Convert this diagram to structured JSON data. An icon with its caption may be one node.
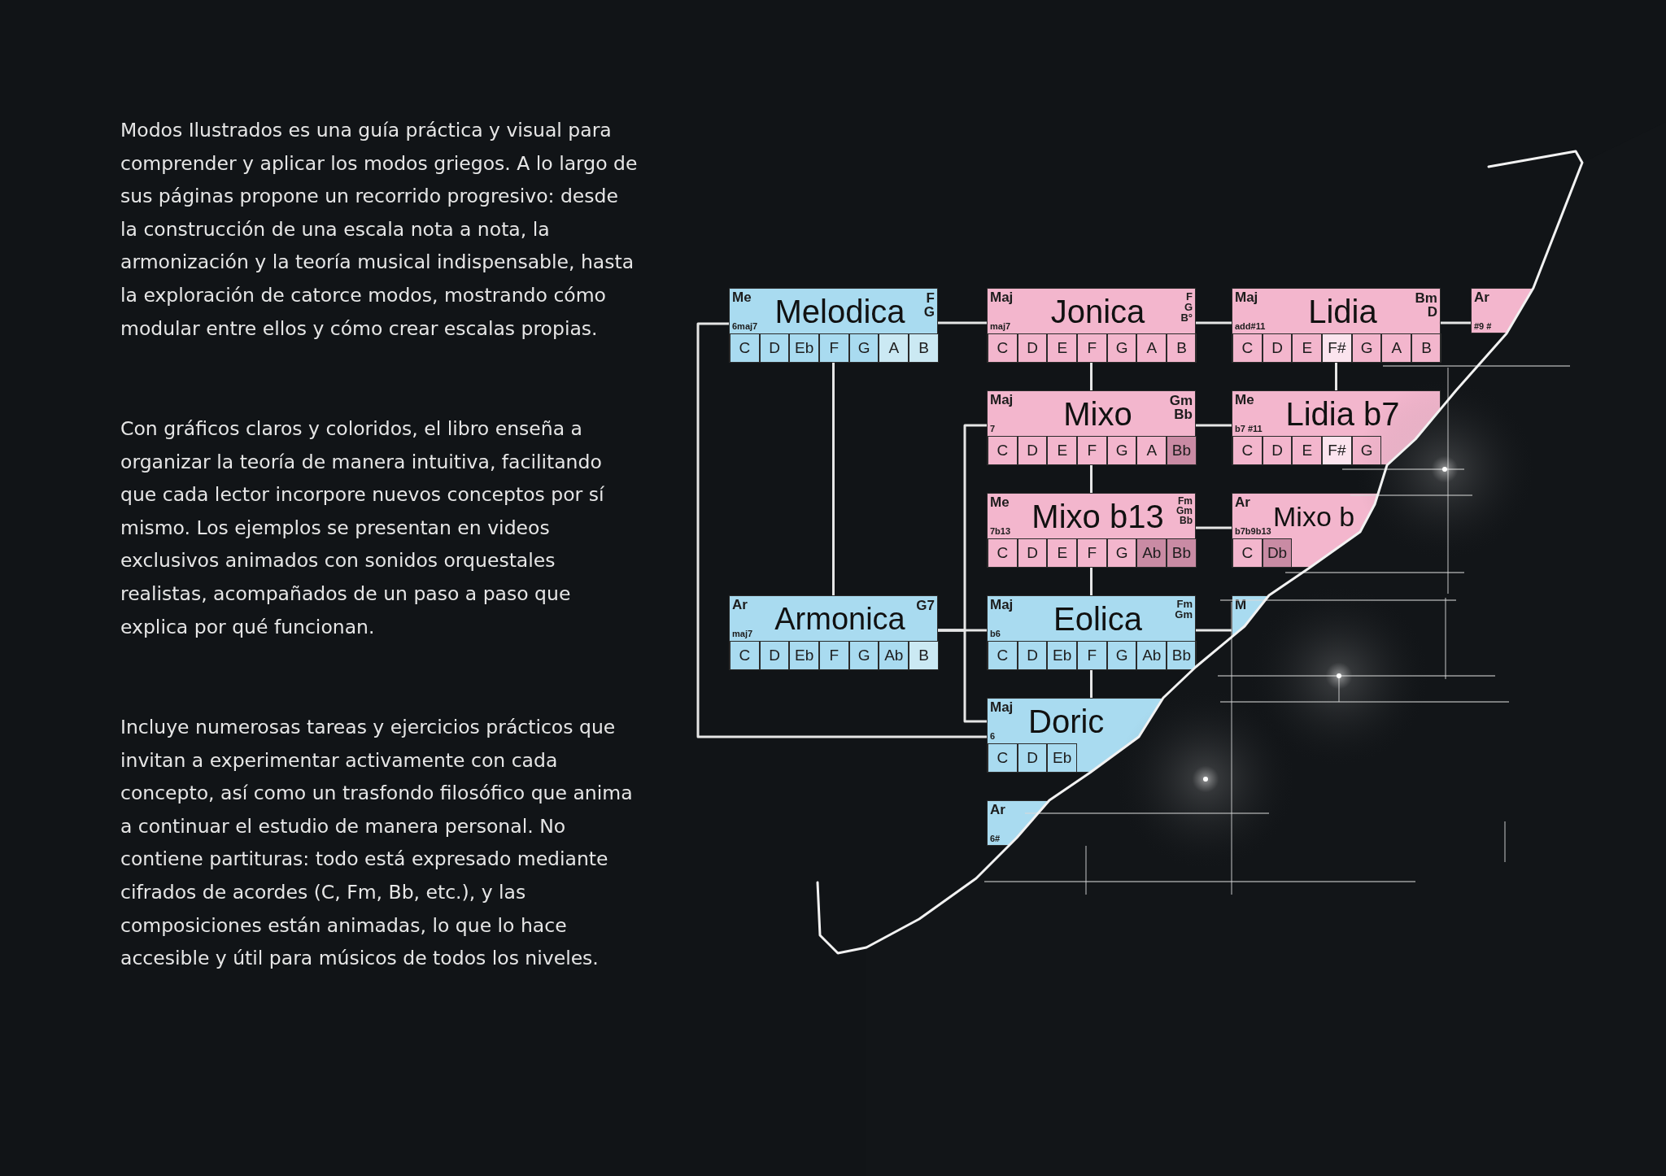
{
  "diagram": {
    "nodes": [
      {
        "text": [
          "Me",
          "Melodica",
          "6maj7",
          "F G",
          "C",
          "D",
          "Eb",
          "F",
          "G",
          "A",
          "B"
        ]
      },
      {
        "text": [
          "Maj",
          "Jonica",
          "maj7",
          "F G B°",
          "C",
          "D",
          "E",
          "F",
          "G",
          "A",
          "B"
        ]
      },
      {
        "text": [
          "Maj",
          "Lidia",
          "add#11",
          "Bm D",
          "C",
          "D",
          "E",
          "F#",
          "G",
          "A",
          "B"
        ]
      },
      {
        "text": [
          "Ar",
          "#9 #"
        ]
      },
      {
        "text": [
          "Maj",
          "Mixo",
          "7",
          "Gm Bb",
          "C",
          "D",
          "E",
          "F",
          "G",
          "A",
          "Bb"
        ]
      },
      {
        "text": [
          "Me",
          "Lidia b7",
          "b7 #11",
          "C",
          "D",
          "E",
          "F#",
          "G"
        ]
      },
      {
        "text": [
          "Me",
          "Mixo b13",
          "7b13",
          "Fm Gm Bb",
          "C",
          "D",
          "E",
          "F",
          "G",
          "Ab",
          "Bb"
        ]
      },
      {
        "text": [
          "Ar",
          "Mixo b",
          "b7b9b13",
          "C",
          "Db"
        ]
      },
      {
        "text": [
          "Ar",
          "Armonica",
          "maj7",
          "G7",
          "C",
          "D",
          "Eb",
          "F",
          "G",
          "Ab",
          "B"
        ]
      },
      {
        "text": [
          "Maj",
          "Eolica",
          "b6",
          "Fm Gm",
          "C",
          "D",
          "Eb",
          "F",
          "G",
          "Ab",
          "Bb"
        ]
      },
      {
        "text": [
          "M"
        ]
      },
      {
        "text": [
          "Maj",
          "Doric",
          "6",
          "C",
          "D",
          "Eb"
        ]
      },
      {
        "text": [
          "Ar",
          "6#"
        ]
      }
    ],
    "edges": [
      {
        "from": 0,
        "to": 1,
        "arrow": "none"
      },
      {
        "from": 1,
        "to": 2,
        "arrow": "none"
      },
      {
        "from": 2,
        "to": 3,
        "arrow": "none"
      },
      {
        "from": 1,
        "to": 4,
        "arrow": "none"
      },
      {
        "from": 2,
        "to": 5,
        "arrow": "none"
      },
      {
        "from": 4,
        "to": 5,
        "arrow": "none"
      },
      {
        "from": 4,
        "to": 6,
        "arrow": "none"
      },
      {
        "from": 6,
        "to": 7,
        "arrow": "none"
      },
      {
        "from": 6,
        "to": 9,
        "arrow": "none"
      },
      {
        "from": 9,
        "to": 11,
        "arrow": "none"
      },
      {
        "from": 9,
        "to": 10,
        "arrow": "none"
      },
      {
        "from": 0,
        "to": 8,
        "arrow": "none"
      },
      {
        "from": 0,
        "to": 11,
        "arrow": "none"
      },
      {
        "from": 8,
        "to": 4,
        "arrow": "none"
      },
      {
        "from": 8,
        "to": 9,
        "arrow": "none"
      },
      {
        "from": 8,
        "to": 11,
        "arrow": "none"
      }
    ],
    "labels": [
      "Modos Ilustrados es una guía práctica y visual para comprender y aplicar los modos griegos. A lo largo de sus páginas propone un recorrido progresivo: desde la construcción de una escala nota a nota, la armonización y la teoría musical indispensable, hasta la exploración de catorce modos, mostrando cómo modular entre ellos y cómo crear escalas propias.",
      "Con gráficos claros y coloridos, el libro enseña a organizar la teoría de manera intuitiva, facilitando que cada lector incorpore nuevos conceptos por sí mismo. Los ejemplos se presentan en videos exclusivos animados con sonidos orquestales realistas, acompañados de un paso a paso que explica por qué funcionan.",
      "Incluye numerosas tareas y ejercicios prácticos que invitan a experimentar activamente con cada concepto, así como un trasfondo filosófico que anima a continuar el estudio de manera personal. No contiene partituras: todo está expresado mediante cifrados de acordes (C, Fm, Bb, etc.), y las composiciones están animadas, lo que lo hace accesible y útil para músicos de todos los niveles."
    ]
  }
}
